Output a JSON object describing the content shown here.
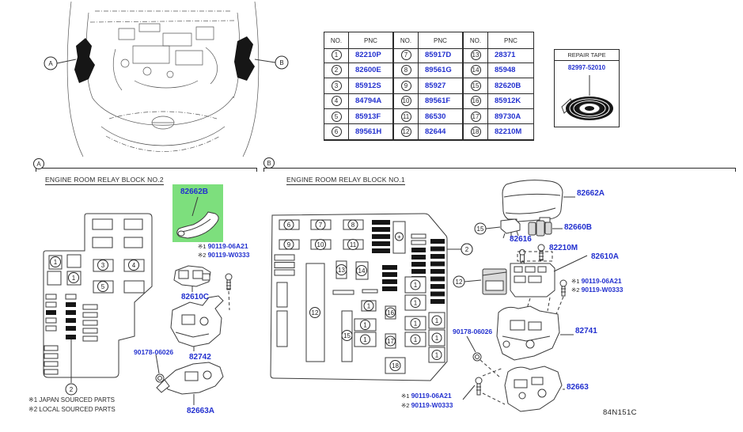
{
  "colors": {
    "label_blue": "#2230cf",
    "highlight_green": "#7ddf7d",
    "line_dark": "#2a2a2a"
  },
  "section_labels": {
    "a": "A",
    "b": "B"
  },
  "nums": {
    "n1": "1",
    "n2": "2",
    "n3": "3",
    "n4": "4",
    "n5": "5",
    "n6": "6",
    "n7": "7",
    "n8": "8",
    "n9": "9",
    "n10": "10",
    "n11": "11",
    "n12": "12",
    "n13": "13",
    "n14": "14",
    "n15": "15",
    "n16": "16",
    "n17": "17",
    "n18": "18",
    "plus": "+"
  },
  "table": {
    "header_no": "NO.",
    "header_pnc": "PNC",
    "rows": [
      {
        "no": "1",
        "pnc": "82210P"
      },
      {
        "no": "2",
        "pnc": "82600E"
      },
      {
        "no": "3",
        "pnc": "85912S"
      },
      {
        "no": "4",
        "pnc": "84794A"
      },
      {
        "no": "5",
        "pnc": "85913F"
      },
      {
        "no": "6",
        "pnc": "89561H"
      },
      {
        "no": "7",
        "pnc": "85917D"
      },
      {
        "no": "8",
        "pnc": "89561G"
      },
      {
        "no": "9",
        "pnc": "85927"
      },
      {
        "no": "10",
        "pnc": "89561F"
      },
      {
        "no": "11",
        "pnc": "86530"
      },
      {
        "no": "12",
        "pnc": "82644"
      },
      {
        "no": "13",
        "pnc": "28371"
      },
      {
        "no": "14",
        "pnc": "85948"
      },
      {
        "no": "15",
        "pnc": "82620B"
      },
      {
        "no": "16",
        "pnc": "85912K"
      },
      {
        "no": "17",
        "pnc": "89730A"
      },
      {
        "no": "18",
        "pnc": "82210M"
      }
    ]
  },
  "repair_tape": {
    "title": "REPAIR TAPE",
    "part_number": "82997-52010"
  },
  "section_a": {
    "title": "ENGINE ROOM RELAY BLOCK NO.2",
    "cover": "82662B",
    "screw_note": {
      "prefix1": "※1",
      "number1": "90119-06A21",
      "prefix2": "※2",
      "number2": "90119-W0333"
    },
    "relay_block": "82610C",
    "bracket": "82742",
    "nut": "90178-06026",
    "lower_bracket": "82663A",
    "footnote1": "※1 JAPAN SOURCED PARTS",
    "footnote2": "※2 LOCAL SOURCED PARTS"
  },
  "section_b": {
    "title": "ENGINE ROOM RELAY BLOCK NO.1",
    "cover": "82662A",
    "breaker": "82660B",
    "resistor": "82616",
    "bolt": "82210M",
    "relay_block": "82610A",
    "screw_note": {
      "prefix1": "※1",
      "number1": "90119-06A21",
      "prefix2": "※2",
      "number2": "90119-W0333"
    },
    "nut": "90178-06026",
    "upper_bracket": "82741",
    "lower_bracket": "82663",
    "screw_note2": {
      "prefix1": "※1",
      "number1": "90119-06A21",
      "prefix2": "※2",
      "number2": "90119-W0333"
    }
  },
  "figure_code": "84N151C"
}
